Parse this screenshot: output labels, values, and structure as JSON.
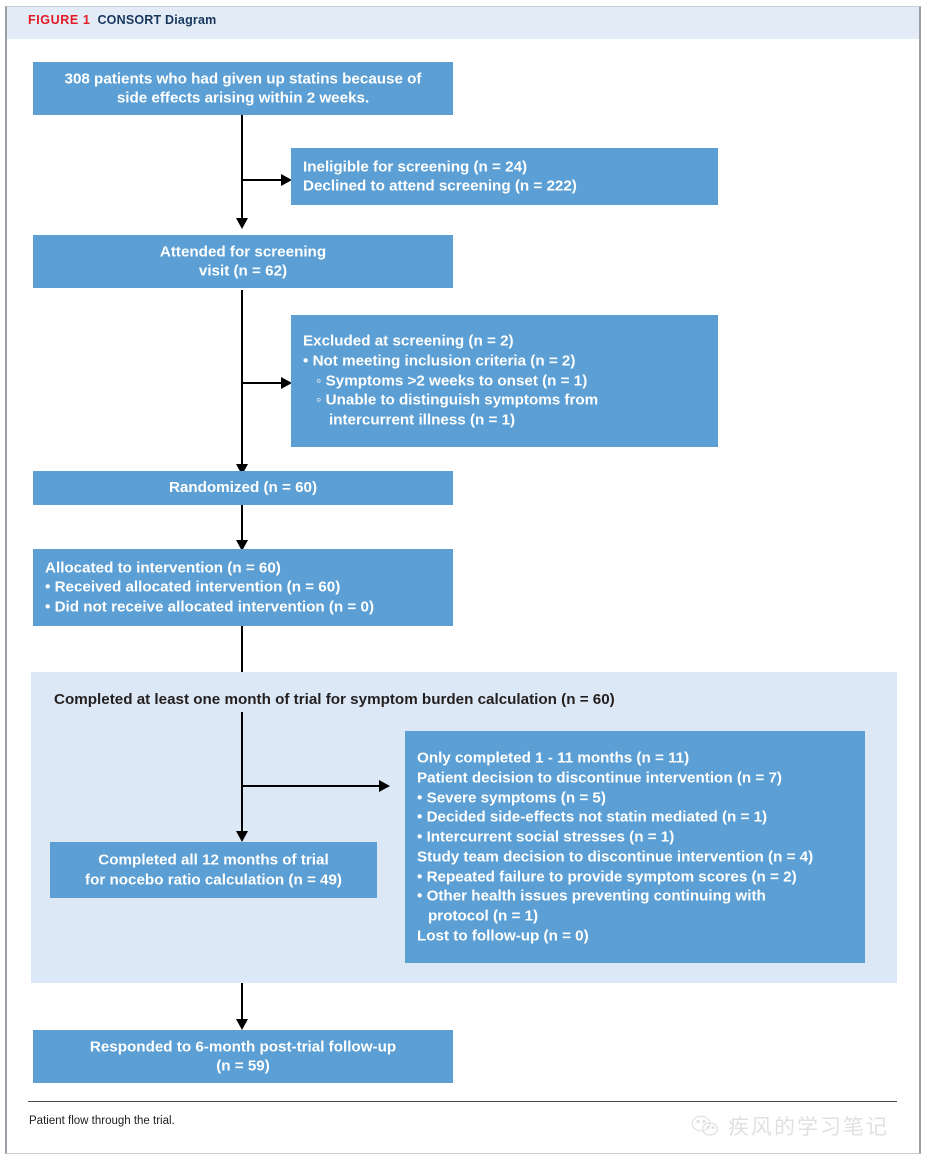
{
  "header": {
    "figure_label": "FIGURE 1",
    "title": "CONSORT Diagram",
    "figure_label_color": "#e01b24",
    "title_color": "#17365d",
    "band_color": "#e3ecf6"
  },
  "theme": {
    "node_fill": "#5b9fd4",
    "node_text": "#ffffff",
    "panel_fill": "#dce8f5",
    "connector": "#000000",
    "page_bg": "#ffffff",
    "frame_border": "#9aa0a6"
  },
  "nodes": {
    "enrollment": {
      "line1": "308 patients who had given up statins because of",
      "line2": "side effects arising within 2 weeks."
    },
    "excluded_pre_screening": {
      "line1": "Ineligible for screening (n = 24)",
      "line2": "Declined to attend screening (n = 222)"
    },
    "attended_screening": {
      "line1": "Attended for screening",
      "line2": "visit (n = 62)"
    },
    "excluded_at_screening": {
      "heading": "Excluded at screening (n = 2)",
      "bullet1": "Not meeting inclusion criteria (n = 2)",
      "sub1": "Symptoms >2 weeks to onset (n = 1)",
      "sub2a": "Unable to distinguish symptoms from",
      "sub2b": "intercurrent illness (n = 1)"
    },
    "randomized": {
      "line1": "Randomized (n = 60)"
    },
    "allocation": {
      "heading": "Allocated to intervention (n = 60)",
      "bullet1": "Received allocated intervention (n = 60)",
      "bullet2": "Did not receive allocated intervention (n = 0)"
    },
    "panel_title": "Completed at least one month of trial for symptom burden calculation (n = 60)",
    "completed_12_months": {
      "line1": "Completed all 12 months of trial",
      "line2": "for nocebo ratio calculation (n = 49)"
    },
    "discontinued": {
      "line1": "Only completed 1 - 11 months (n = 11)",
      "line2": "Patient decision to discontinue intervention (n = 7)",
      "bullet1": "Severe symptoms (n = 5)",
      "bullet2": "Decided side-effects not statin mediated (n = 1)",
      "bullet3": "Intercurrent social stresses (n = 1)",
      "line3": "Study team decision to discontinue intervention (n = 4)",
      "bullet4": "Repeated failure to provide symptom scores (n = 2)",
      "bullet5a": "Other health issues preventing continuing with",
      "bullet5b": "protocol (n = 1)",
      "line4": "Lost to follow-up (n = 0)"
    },
    "followup": {
      "line1": "Responded to 6-month post-trial follow-up",
      "line2": "(n = 59)"
    }
  },
  "bullets": {
    "level1": "•",
    "level2": "◦"
  },
  "footer": {
    "caption": "Patient flow through the trial.",
    "watermark": "疾风的学习笔记"
  }
}
